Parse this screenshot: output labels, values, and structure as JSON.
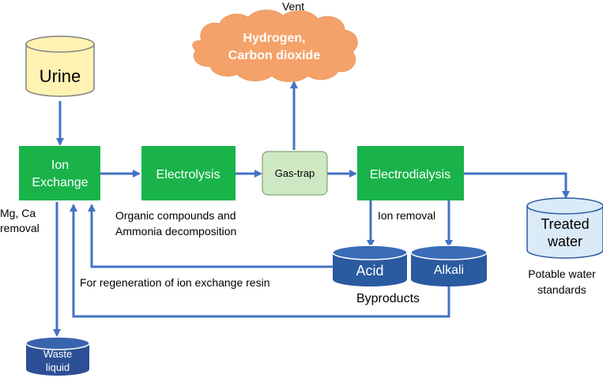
{
  "nodes": {
    "urine": "Urine",
    "ion_exchange_line1": "Ion",
    "ion_exchange_line2": "Exchange",
    "electrolysis": "Electrolysis",
    "gas_trap": "Gas-trap",
    "electrodialysis": "Electrodialysis",
    "treated_water_line1": "Treated",
    "treated_water_line2": "water",
    "acid": "Acid",
    "alkali": "Alkali",
    "waste_liquid_line1": "Waste",
    "waste_liquid_line2": "liquid",
    "cloud_line1": "Hydrogen,",
    "cloud_line2": "Carbon dioxide"
  },
  "labels": {
    "vent": "Vent",
    "mg_ca_line1": "Mg, Ca",
    "mg_ca_line2": "removal",
    "organic_line1": "Organic compounds and",
    "organic_line2": "Ammonia decomposition",
    "ion_removal": "Ion removal",
    "regeneration": "For regeneration of ion exchange resin",
    "byproducts": "Byproducts",
    "potable_line1": "Potable water",
    "potable_line2": "standards"
  },
  "colors": {
    "process_green": "#19b34a",
    "gas_trap_fill": "#cfe8c4",
    "urine_fill": "#fff2b3",
    "treated_fill": "#dbeaf7",
    "dark_blue": "#2a5aa0",
    "waste_blue": "#2c4f96",
    "cloud_fill": "#f4a26a",
    "arrow": "#4472c4"
  }
}
